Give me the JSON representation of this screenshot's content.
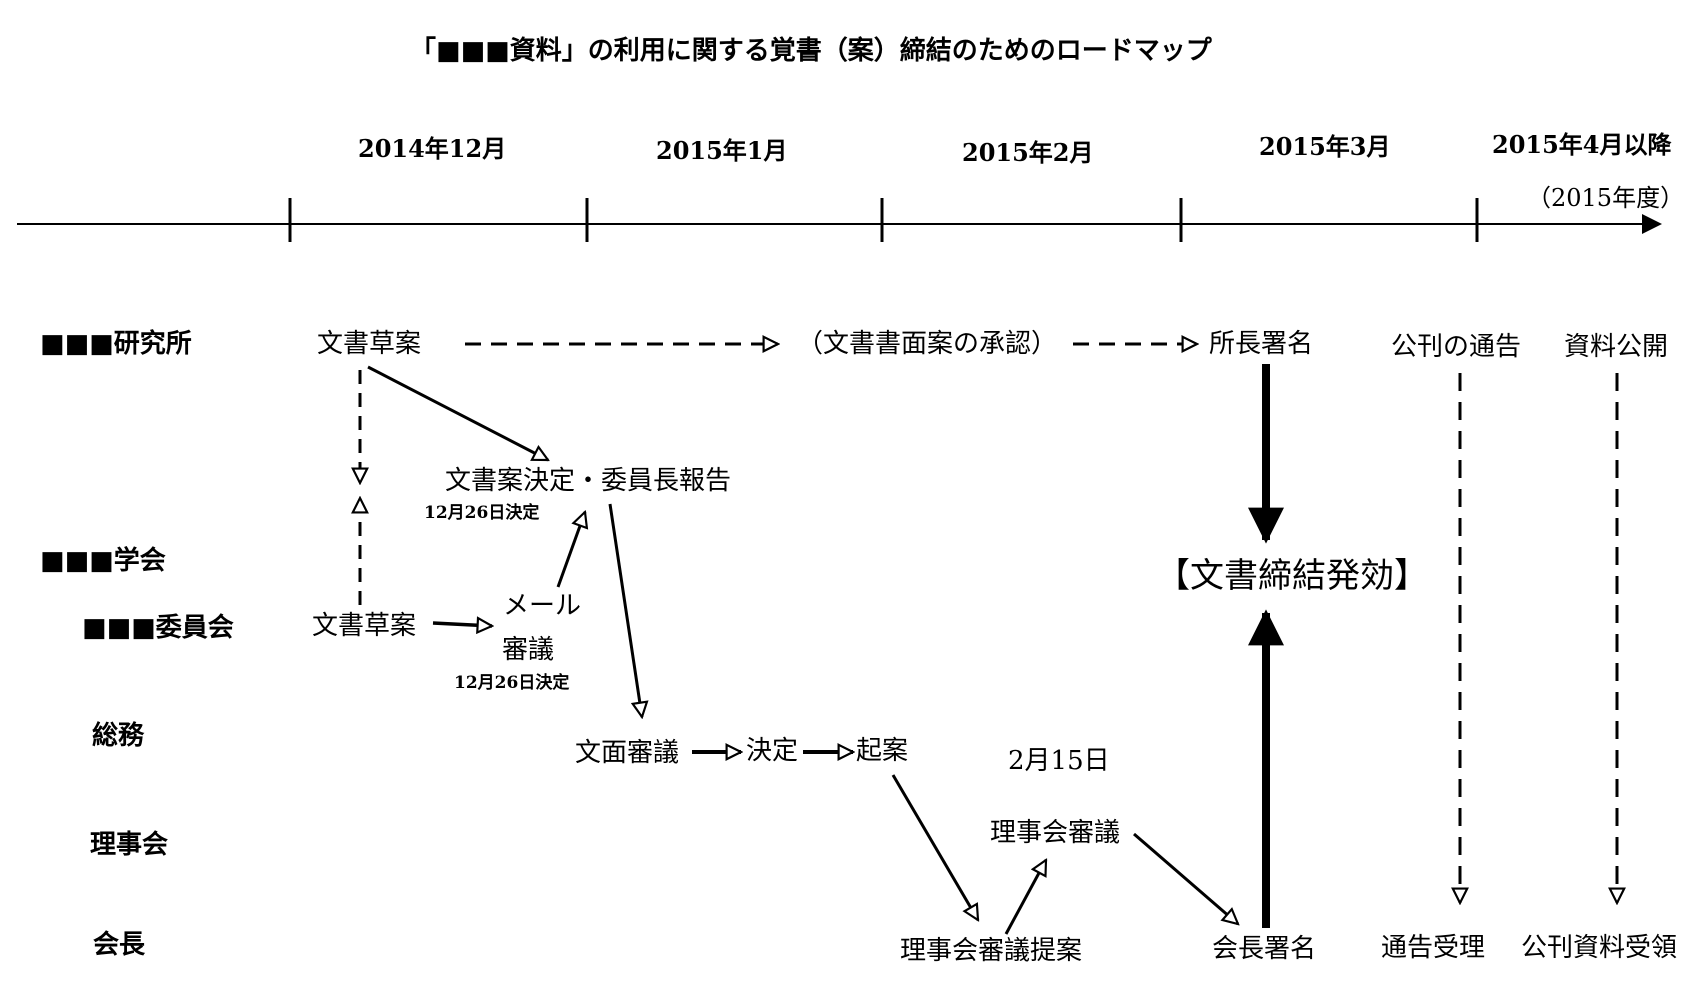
{
  "title": "「■■■資料」の利用に関する覚書（案）締結のためのロードマップ",
  "timeline": {
    "periods": [
      "2014年12月",
      "2015年1月",
      "2015年2月",
      "2015年3月",
      "2015年4月以降"
    ],
    "note": "（2015年度）"
  },
  "rows": {
    "institute": "■■■研究所",
    "society": "■■■学会",
    "committee": "■■■委員会",
    "general_affairs": "総務",
    "board": "理事会",
    "president": "会長"
  },
  "nodes": {
    "inst_draft": "文書草案",
    "inst_approval": "（文書書面案の承認）",
    "director_sign": "所長署名",
    "notice": "公刊の通告",
    "disclose": "資料公開",
    "decision": "文書案決定・委員長報告",
    "decision_date": "12月26日決定",
    "conclusion": "【文書締結発効】",
    "committee_draft": "文書草案",
    "mail_1": "メール",
    "mail_2": "審議",
    "mail_date": "12月26日決定",
    "written_review": "文面審議",
    "decided": "決定",
    "drafting": "起案",
    "feb_date": "2月15日",
    "board_review": "理事会審議",
    "board_proposal": "理事会審議提案",
    "president_sign": "会長署名",
    "notice_received": "通告受理",
    "received": "公刊資料受領"
  }
}
